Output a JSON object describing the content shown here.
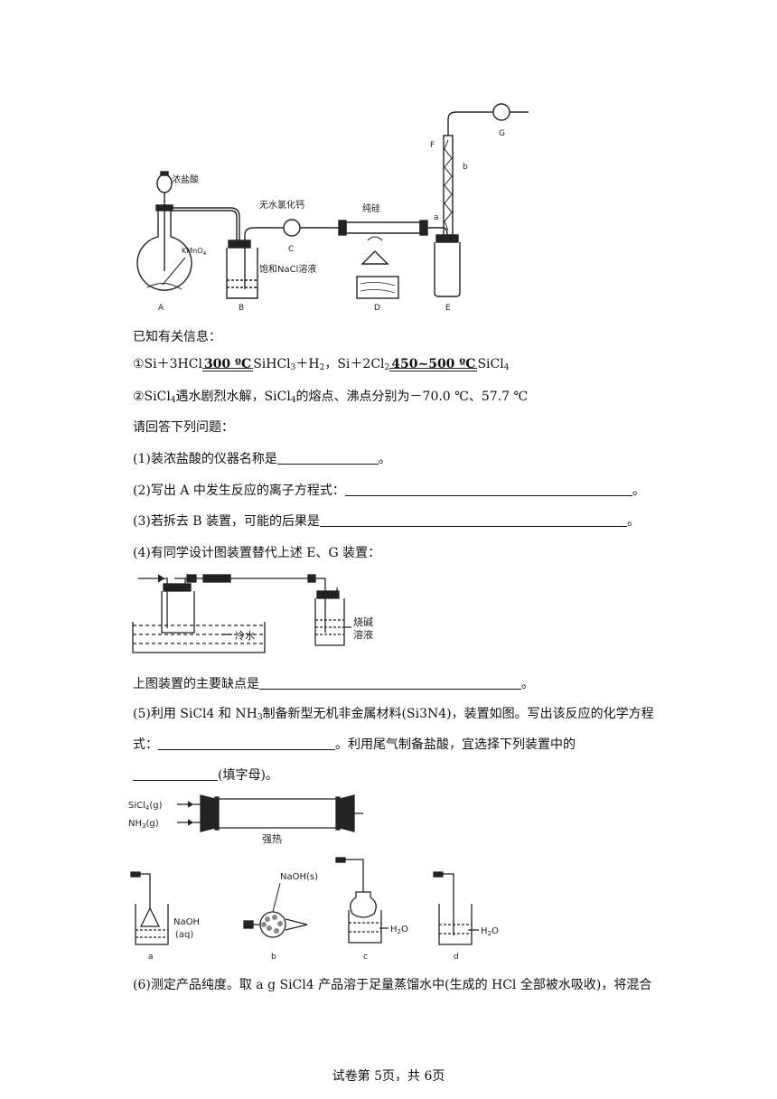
{
  "fig1": {
    "labels": {
      "conc_hcl": "浓盐酸",
      "kmno4": "KMnO",
      "kmno4_sub": "4",
      "anhydrous_cacl2": "无水氯化钙",
      "pure_si": "纯硅",
      "sat_nacl": "饱和NaCl溶液",
      "A": "A",
      "B": "B",
      "C": "C",
      "D": "D",
      "E": "E",
      "F": "F",
      "G": "G",
      "a": "a",
      "b": "b"
    }
  },
  "text": {
    "known_info": "已知有关信息：",
    "eq1_prefix": "①Si＋3HCl",
    "eq1_cond": "300 ºC",
    "eq1_mid": "SiHCl",
    "eq1_sub3": "3",
    "eq1_mid2": "＋H",
    "eq1_sub2": "2",
    "eq1_sep": "，Si＋2Cl",
    "eq1_cond2": "450~500 ºC",
    "eq1_end": "SiCl",
    "eq1_sub4": "4",
    "info2_a": "②SiCl",
    "info2_sub": "4",
    "info2_b": "遇水剧烈水解，SiCl",
    "info2_sub2": "4",
    "info2_c": "的熔点、沸点分别为－70.0 ℃、57.7 ℃",
    "please_answer": "请回答下列问题：",
    "q1": "(1)装浓盐酸的仪器名称是",
    "q1_end": "。",
    "q2": "(2)写出 A 中发生反应的离子方程式：",
    "q2_end": "。",
    "q3": "(3)若拆去 B 装置，可能的后果是",
    "q3_end": "。",
    "q4": "(4)有同学设计图装置替代上述 E、G 装置：",
    "q4_defect": "上图装置的主要缺点是",
    "q4_defect_end": "。",
    "q5_a": "(5)利用 SiCl4 和 NH",
    "q5_sub": "3",
    "q5_b": "制备新型无机非金属材料(Si3N4)，装置如图。写出该反应的化学方程",
    "q5_c": "式：",
    "q5_d": "。利用尾气制备盐酸，宜选择下列装置中的",
    "q5_e": "(填字母)。",
    "q6": "(6)测定产品纯度。取 a g SiCl4 产品溶于足量蒸馏水中(生成的 HCl 全部被水吸收)，将混合"
  },
  "fig2": {
    "cold_water": "冷水",
    "caustic_1": "烧碱",
    "caustic_2": "溶液"
  },
  "fig3": {
    "sicl4": "SiCl",
    "sicl4_sub": "4",
    "sicl4_g": "(g)",
    "nh3": "NH",
    "nh3_sub": "3",
    "nh3_g": "(g)",
    "heat": "强热"
  },
  "fig4": {
    "naoh_aq_1": "NaOH",
    "naoh_aq_2": "(aq)",
    "naoh_s": "NaOH(s)",
    "h2o": "H",
    "h2o_sub": "2",
    "h2o_o": "O",
    "a": "a",
    "b": "b",
    "c": "c",
    "d": "d"
  },
  "footer": "试卷第 5页，共 6页"
}
